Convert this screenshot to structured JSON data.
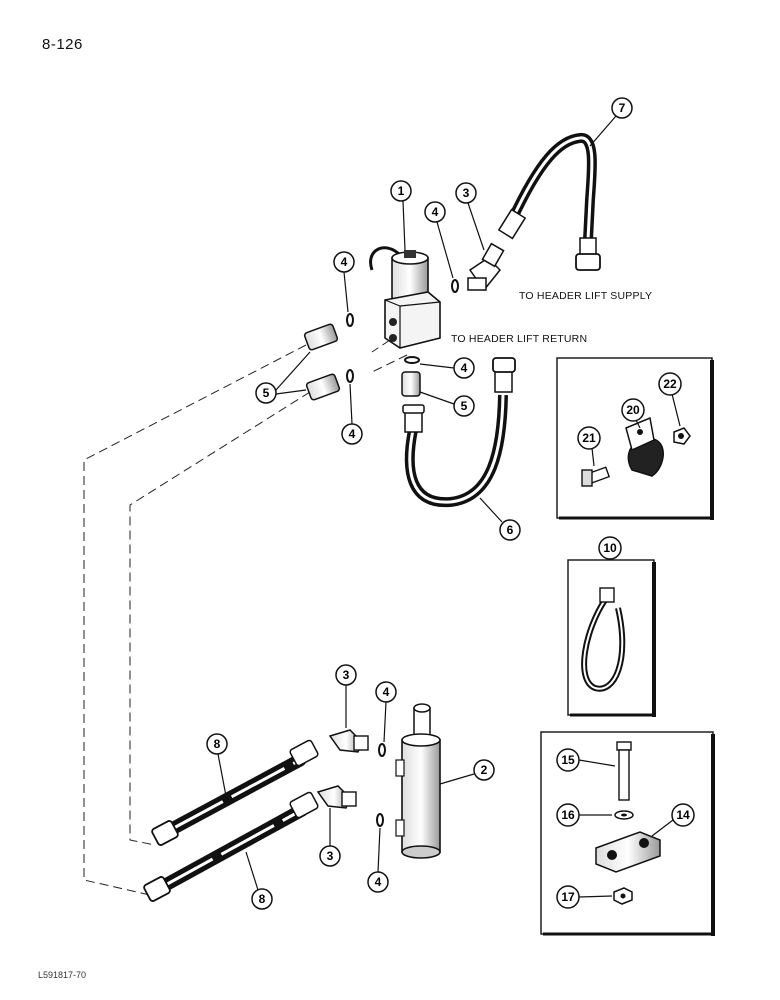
{
  "page_number": "8-126",
  "figure_code": "L591817-70",
  "notes": {
    "supply": "TO HEADER LIFT SUPPLY",
    "return": "TO HEADER LIFT RETURN"
  },
  "callouts": [
    "1",
    "2",
    "3",
    "4",
    "5",
    "6",
    "7",
    "8",
    "10",
    "14",
    "15",
    "16",
    "17",
    "20",
    "21",
    "22"
  ]
}
